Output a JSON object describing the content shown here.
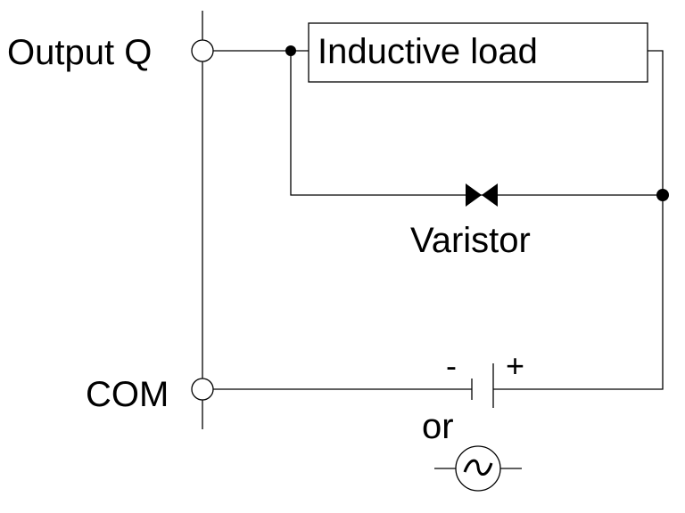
{
  "labels": {
    "output_terminal": "Output Q",
    "com_terminal": "COM",
    "load": "Inductive load",
    "varistor": "Varistor",
    "minus": "-",
    "plus": "+",
    "or": "or",
    "ac_symbol": "~"
  }
}
